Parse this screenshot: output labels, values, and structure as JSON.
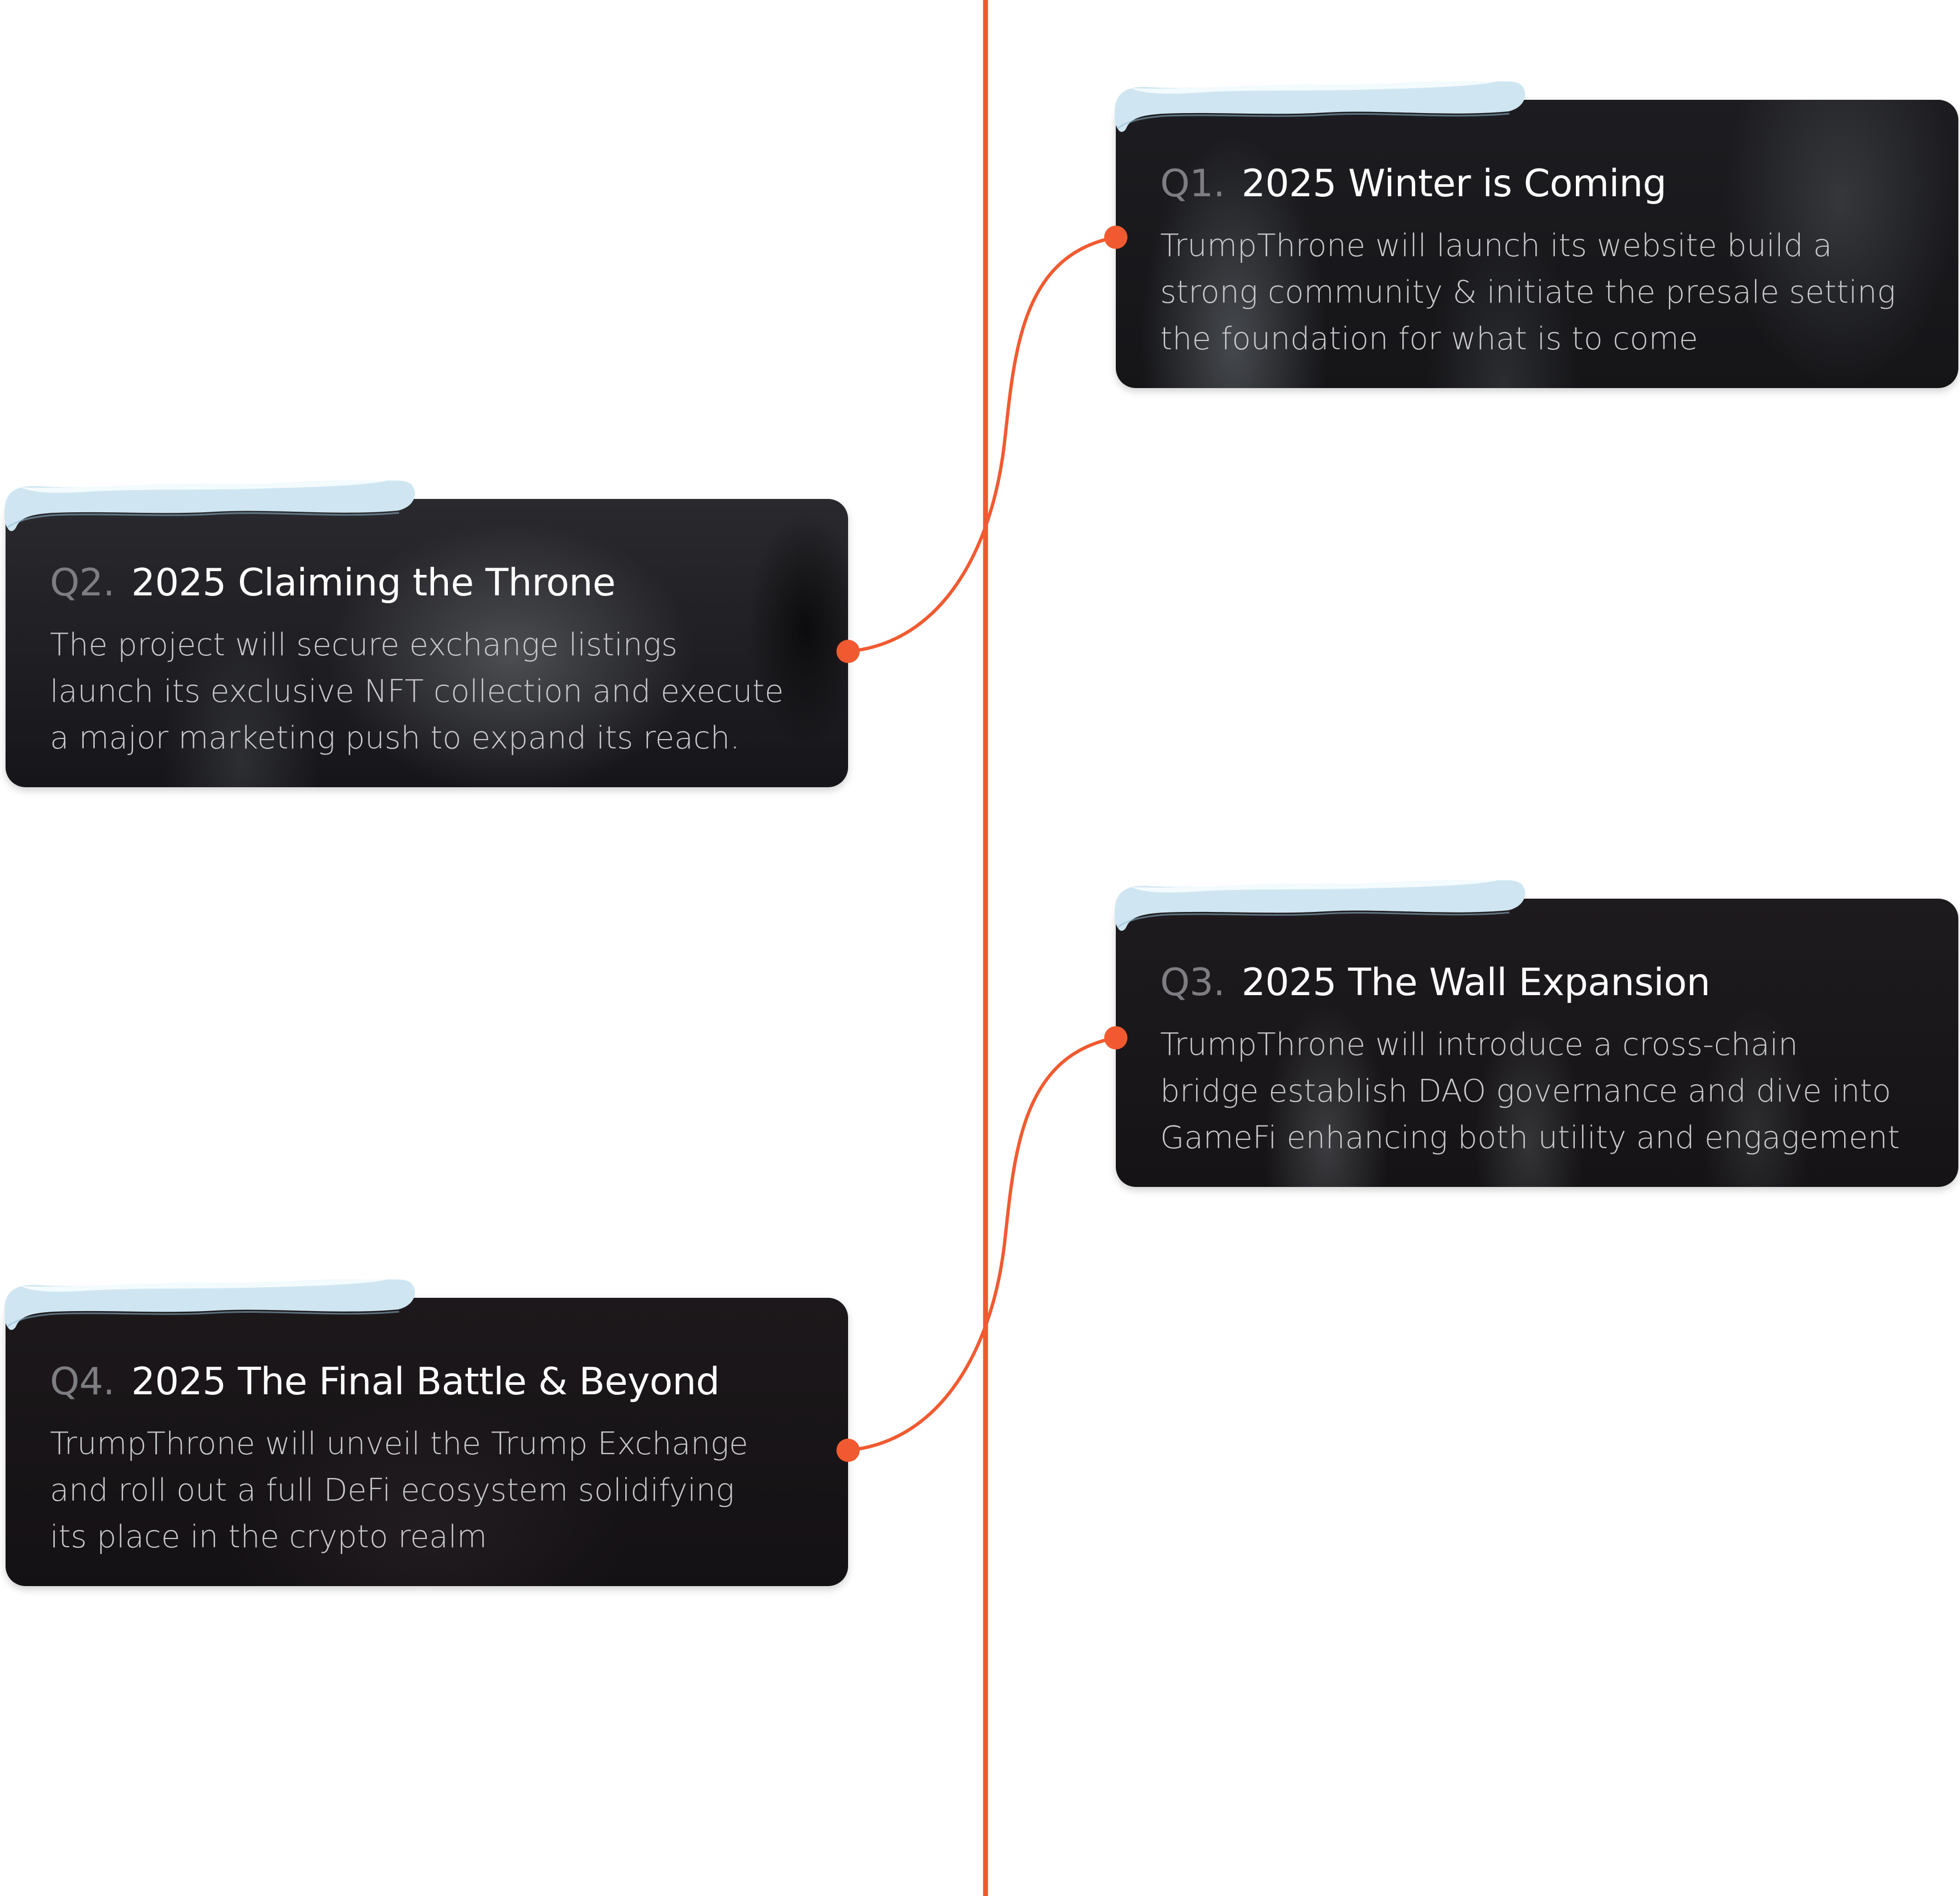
{
  "colors": {
    "accent": "#f15a30",
    "card_background": "#16151a",
    "quarter_label": "#7d7d82",
    "title": "#ffffff",
    "body_text": "#c9c9cc",
    "snow": "#cfe6f2"
  },
  "roadmap": [
    {
      "quarter": "Q1.",
      "title": "2025 Winter is Coming",
      "lines": [
        "TrumpThrone will launch its website build a",
        "strong community & initiate the presale setting",
        "the foundation for what is to come"
      ]
    },
    {
      "quarter": "Q2.",
      "title": "2025 Claiming the Throne",
      "lines": [
        "The project will secure exchange listings",
        "launch its exclusive NFT collection and execute",
        "a major marketing push to expand its reach."
      ]
    },
    {
      "quarter": "Q3.",
      "title": "2025 The Wall Expansion",
      "lines": [
        "TrumpThrone will introduce a cross-chain",
        "bridge establish DAO governance and dive into",
        "GameFi enhancing both utility and engagement"
      ]
    },
    {
      "quarter": "Q4.",
      "title": "2025 The Final Battle & Beyond",
      "lines": [
        "TrumpThrone will unveil the Trump Exchange",
        "and roll out a full DeFi ecosystem solidifying",
        "its place in the crypto realm"
      ]
    }
  ]
}
